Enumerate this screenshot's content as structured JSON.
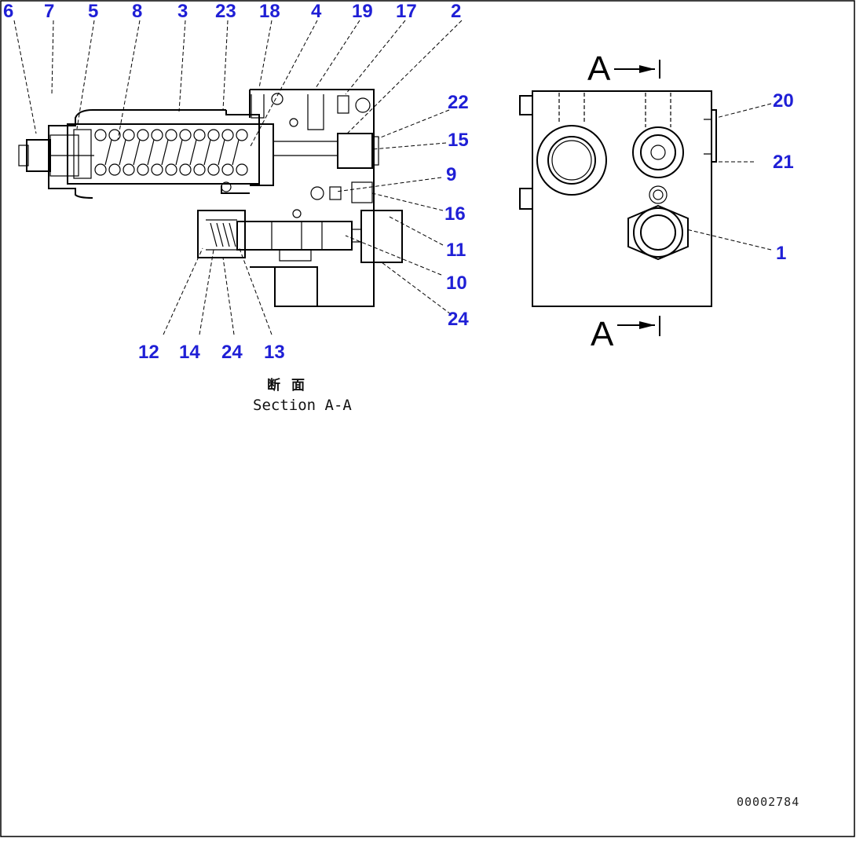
{
  "callouts": [
    {
      "id": "c6",
      "label": "6"
    },
    {
      "id": "c7",
      "label": "7"
    },
    {
      "id": "c5",
      "label": "5"
    },
    {
      "id": "c8",
      "label": "8"
    },
    {
      "id": "c3",
      "label": "3"
    },
    {
      "id": "c23",
      "label": "23"
    },
    {
      "id": "c18",
      "label": "18"
    },
    {
      "id": "c4",
      "label": "4"
    },
    {
      "id": "c19",
      "label": "19"
    },
    {
      "id": "c17",
      "label": "17"
    },
    {
      "id": "c2",
      "label": "2"
    },
    {
      "id": "c22",
      "label": "22"
    },
    {
      "id": "c15",
      "label": "15"
    },
    {
      "id": "c9",
      "label": "9"
    },
    {
      "id": "c16",
      "label": "16"
    },
    {
      "id": "c11",
      "label": "11"
    },
    {
      "id": "c10",
      "label": "10"
    },
    {
      "id": "c24r",
      "label": "24"
    },
    {
      "id": "c12",
      "label": "12"
    },
    {
      "id": "c14",
      "label": "14"
    },
    {
      "id": "c24b",
      "label": "24"
    },
    {
      "id": "c13",
      "label": "13"
    },
    {
      "id": "c20",
      "label": "20"
    },
    {
      "id": "c21",
      "label": "21"
    },
    {
      "id": "c1",
      "label": "1"
    }
  ],
  "section": {
    "caption_jp": "断面",
    "caption_en": "Section A-A",
    "marker_top": "A",
    "marker_bottom": "A"
  },
  "doc_id": "00002784",
  "colors": {
    "callout": "#1f1fd6",
    "line": "#000000"
  }
}
